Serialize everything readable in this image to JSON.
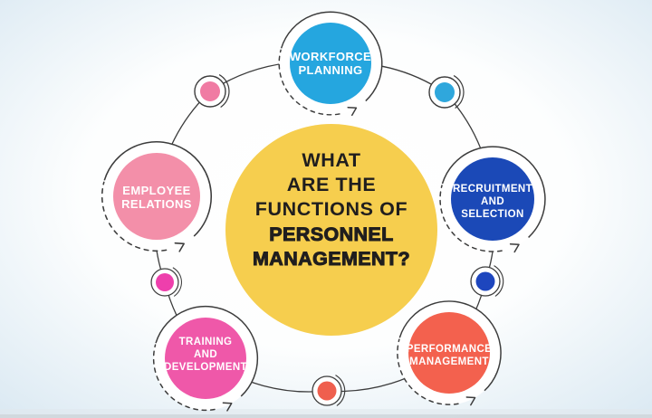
{
  "infographic": {
    "title": {
      "lines": [
        "WHAT",
        "ARE THE",
        "FUNCTIONS OF"
      ],
      "bold_lines": [
        "PERSONNEL",
        "MANAGEMENT?"
      ],
      "circle_color": "#f6ce4e",
      "text_color": "#201e1e"
    },
    "satellites": [
      {
        "name": "workforce-planning",
        "lines": [
          "WORKFORCE",
          "PLANNING"
        ],
        "color": "#25a6df"
      },
      {
        "name": "recruitment-and-selection",
        "lines": [
          "RECRUITMENT",
          "AND",
          "SELECTION"
        ],
        "color": "#1b49b7"
      },
      {
        "name": "performance-management",
        "lines": [
          "PERFORMANCE",
          "MANAGEMENT"
        ],
        "color": "#f3614e"
      },
      {
        "name": "training-and-development",
        "lines": [
          "TRAINING",
          "AND",
          "DEVELOPMENT"
        ],
        "color": "#ef58a9"
      },
      {
        "name": "employee-relations",
        "lines": [
          "EMPLOYEE",
          "RELATIONS"
        ],
        "color": "#f38fa9"
      }
    ],
    "dots": [
      {
        "name": "dot-top-left",
        "color": "#f07ba3"
      },
      {
        "name": "dot-top-right",
        "color": "#2fa7dc"
      },
      {
        "name": "dot-right",
        "color": "#1e46be"
      },
      {
        "name": "dot-bottom",
        "color": "#ef5f4e"
      },
      {
        "name": "dot-left",
        "color": "#ee3fac"
      }
    ],
    "line_color": "#3c3c3c",
    "background": {
      "center": "#ffffff",
      "edge": "#d9e8f2",
      "bottom_band": "#cdd4da"
    }
  }
}
